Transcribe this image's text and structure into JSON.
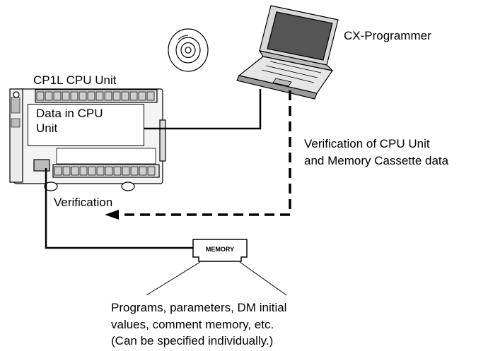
{
  "labels": {
    "software": "CX-Programmer",
    "plc": "CP1L CPU Unit",
    "data_line1": "Data in CPU",
    "data_line2": "Unit",
    "verify_line1": "Verification of CPU Unit",
    "verify_line2": "and Memory Cassette data",
    "verification": "Verification",
    "memory": "MEMORY",
    "caption_line1": "Programs, parameters, DM initial",
    "caption_line2": "values, comment memory, etc.",
    "caption_line3": "(Can be specified individually.)"
  },
  "icons": [
    "cd-disc-icon",
    "laptop-icon",
    "plc-unit-icon",
    "memory-cassette-icon"
  ]
}
